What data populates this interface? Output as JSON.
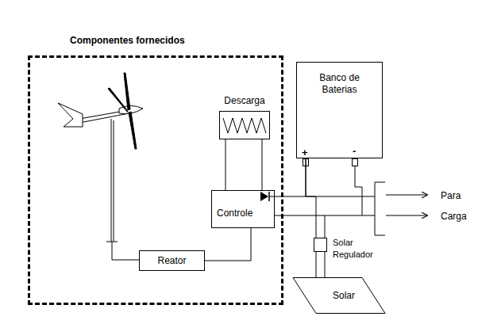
{
  "diagram": {
    "nodes": [
      {
        "text": [
          "Componentes fornecidos"
        ]
      },
      {
        "text": [
          "Descarga"
        ],
        "in": 0
      },
      {
        "text": [
          "Banco de Baterias"
        ]
      },
      {
        "text": [
          "Controle"
        ],
        "in": 0
      },
      {
        "text": [
          "Reator"
        ],
        "in": 0
      },
      {
        "text": [
          "Solar Regulador"
        ]
      },
      {
        "text": [
          "Solar"
        ]
      }
    ],
    "edges": [
      {
        "from": 1,
        "to": 3,
        "arrow": "none"
      },
      {
        "from": 3,
        "to": 2,
        "arrow": "none"
      },
      {
        "from": 4,
        "to": 3,
        "arrow": "none"
      },
      {
        "from": 5,
        "to": 2,
        "arrow": "none"
      },
      {
        "from": 6,
        "to": 5,
        "arrow": "none"
      }
    ],
    "labels": [
      "+",
      "-",
      "Para",
      "Carga"
    ]
  }
}
